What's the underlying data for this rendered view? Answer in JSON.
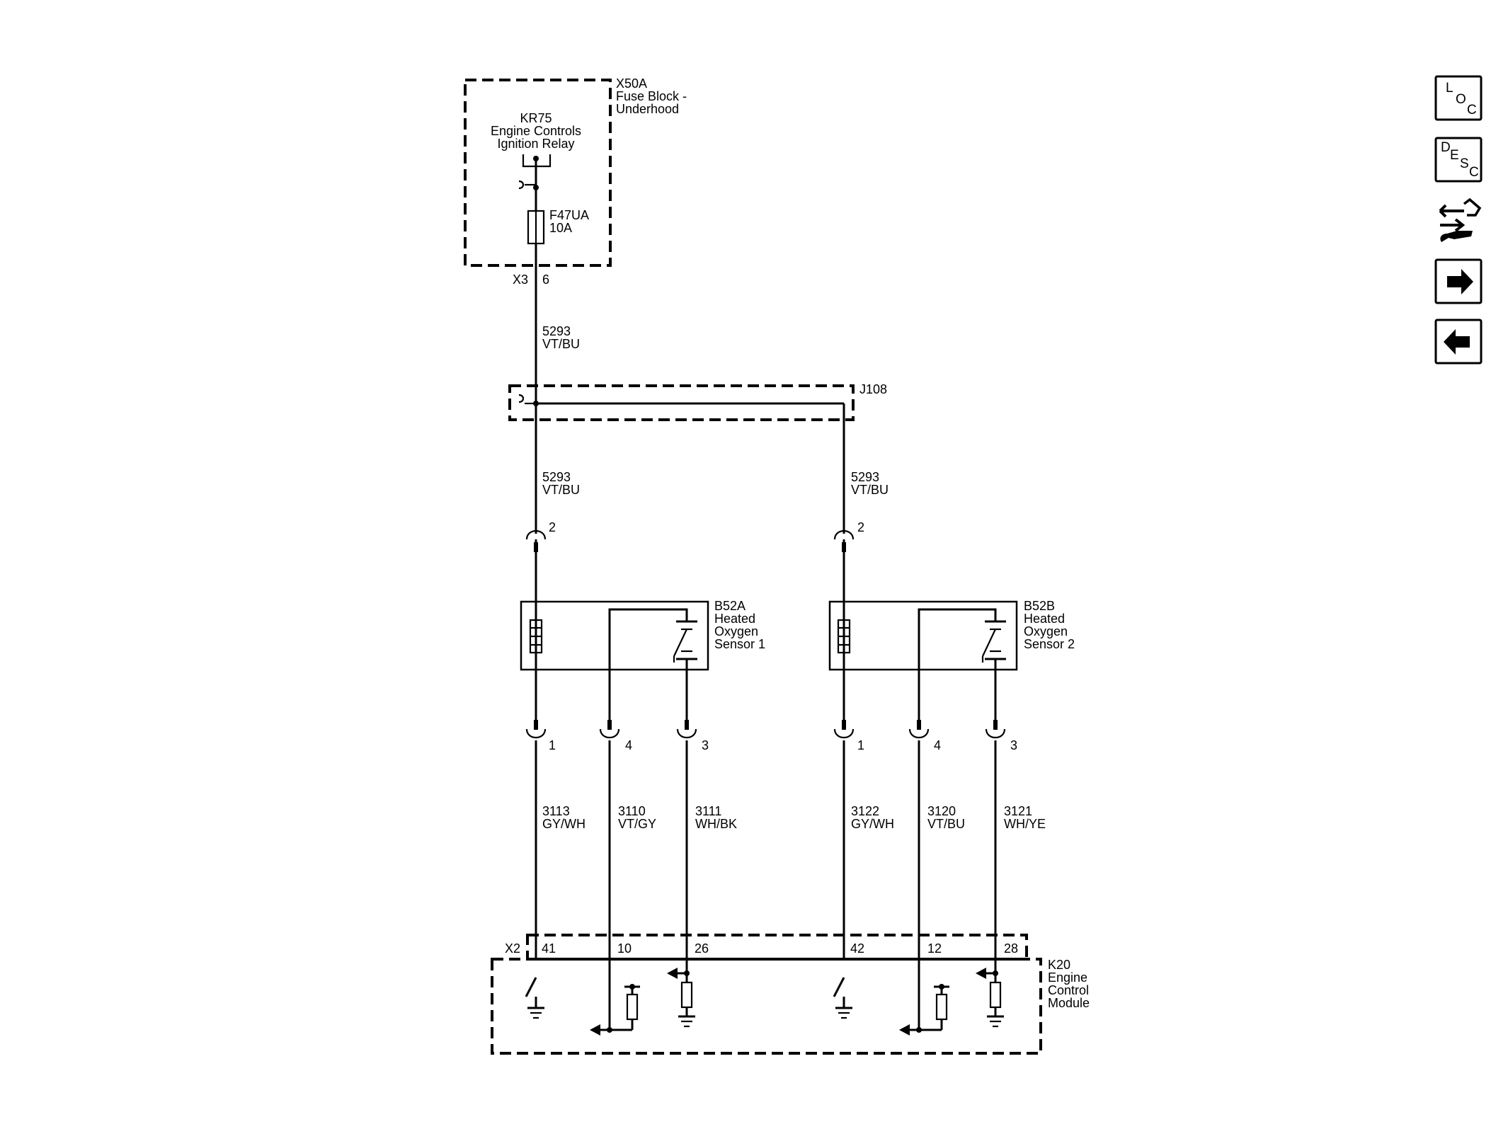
{
  "fuse_block": {
    "id": "X50A",
    "name_line1": "Fuse Block -",
    "name_line2": "Underhood"
  },
  "relay": {
    "id": "KR75",
    "name_line1": "Engine Controls",
    "name_line2": "Ignition Relay"
  },
  "fuse": {
    "id": "F47UA",
    "rating": "10A"
  },
  "fuse_connector": {
    "connector": "X3",
    "pin": "6"
  },
  "splice": {
    "id": "J108"
  },
  "wire_feed": {
    "circuit": "5293",
    "color": "VT/BU"
  },
  "wire_to_b52a": {
    "circuit": "5293",
    "color": "VT/BU"
  },
  "wire_to_b52b": {
    "circuit": "5293",
    "color": "VT/BU"
  },
  "sensor1": {
    "id": "B52A",
    "line2": "Heated",
    "line3": "Oxygen",
    "line4": "Sensor 1",
    "supply_pin": "2",
    "pins": [
      "1",
      "4",
      "3"
    ],
    "wires": [
      {
        "circuit": "3113",
        "color": "GY/WH"
      },
      {
        "circuit": "3110",
        "color": "VT/GY"
      },
      {
        "circuit": "3111",
        "color": "WH/BK"
      }
    ]
  },
  "sensor2": {
    "id": "B52B",
    "line2": "Heated",
    "line3": "Oxygen",
    "line4": "Sensor 2",
    "supply_pin": "2",
    "pins": [
      "1",
      "4",
      "3"
    ],
    "wires": [
      {
        "circuit": "3122",
        "color": "GY/WH"
      },
      {
        "circuit": "3120",
        "color": "VT/BU"
      },
      {
        "circuit": "3121",
        "color": "WH/YE"
      }
    ]
  },
  "ecm": {
    "id": "K20",
    "line2": "Engine",
    "line3": "Control",
    "line4": "Module",
    "connector": "X2",
    "pins": [
      "41",
      "10",
      "26",
      "42",
      "12",
      "28"
    ]
  },
  "nav": {
    "loc": {
      "l": "L",
      "o": "O",
      "c": "C"
    },
    "desc": {
      "d": "D",
      "e": "E",
      "s": "S",
      "c": "C"
    }
  }
}
